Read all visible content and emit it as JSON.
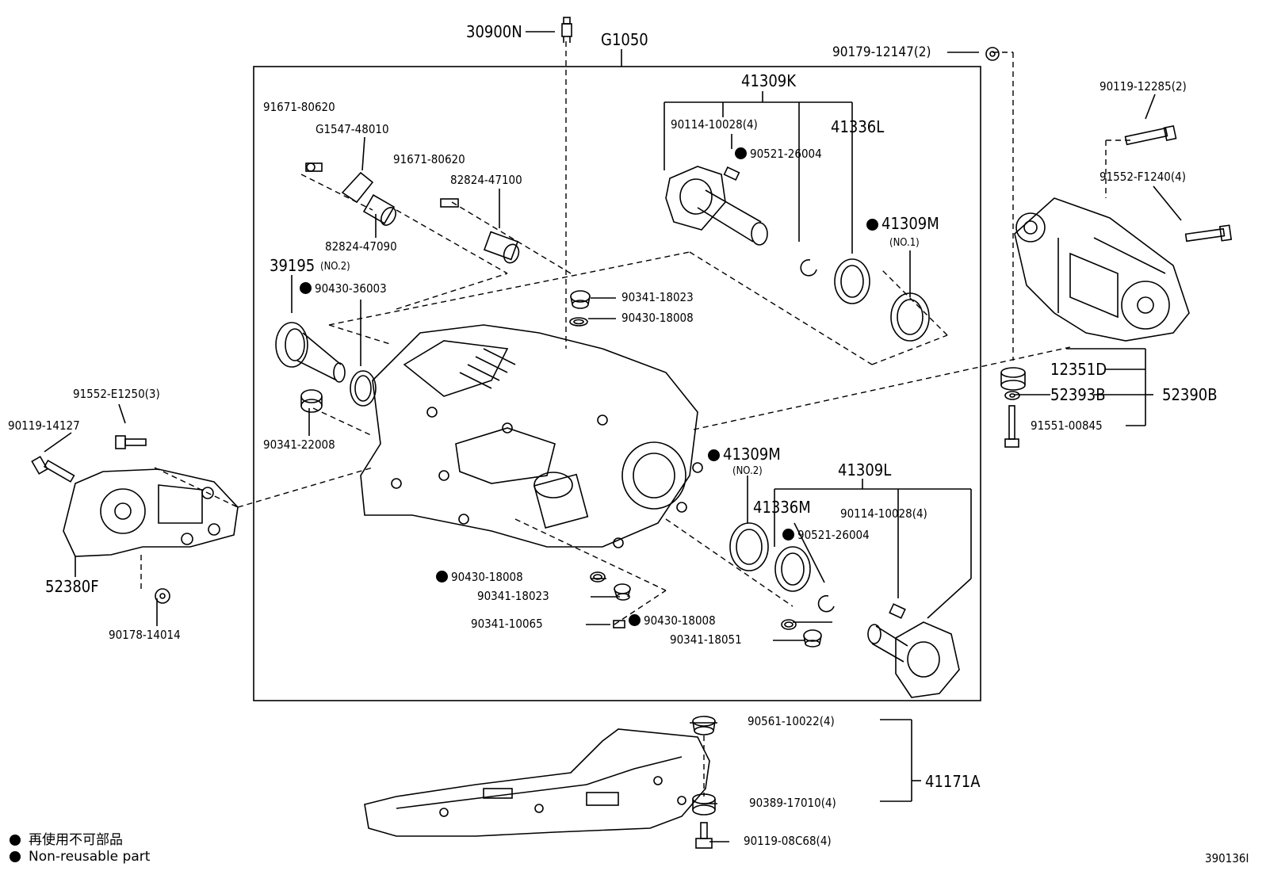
{
  "labels": {
    "p30900N": "30900N",
    "pG1050": "G1050",
    "p90179_12147": "90179-12147(2)",
    "p41309K": "41309K",
    "p91671_80620_a": "91671-80620",
    "pG1547_48010": "G1547-48010",
    "p90114_10028_a": "90114-10028(4)",
    "p41336L": "41336L",
    "p90521_26004_a": "90521-26004",
    "p91671_80620_b": "91671-80620",
    "p82824_47100": "82824-47100",
    "p41309M_1": "41309M",
    "p41309M_1_sub": "(NO.1)",
    "p82824_47090": "82824-47090",
    "p39195": "39195",
    "p39195_sub": "(NO.2)",
    "p90430_36003": "90430-36003",
    "p90341_18023_a": "90341-18023",
    "p90430_18008_a": "90430-18008",
    "p90119_12285": "90119-12285(2)",
    "p91552_F1240": "91552-F1240(4)",
    "p12351D": "12351D",
    "p52393B": "52393B",
    "p52390B": "52390B",
    "p91551_00845": "91551-00845",
    "p91552_E1250": "91552-E1250(3)",
    "p90119_14127": "90119-14127",
    "p90341_22008": "90341-22008",
    "p41309M_2": "41309M",
    "p41309M_2_sub": "(NO.2)",
    "p41309L": "41309L",
    "p41336M": "41336M",
    "p90114_10028_b": "90114-10028(4)",
    "p90521_26004_b": "90521-26004",
    "p52380F": "52380F",
    "p90430_18008_b": "90430-18008",
    "p90341_18023_b": "90341-18023",
    "p90341_10065": "90341-10065",
    "p90430_18008_c": "90430-18008",
    "p90341_18051": "90341-18051",
    "p90178_14014": "90178-14014",
    "p90561_10022": "90561-10022(4)",
    "p41171A": "41171A",
    "p90389_17010": "90389-17010(4)",
    "p90119_08C68": "90119-08C68(4)"
  },
  "legend": {
    "jp": "再使用不可部品",
    "en": "Non-reusable part"
  },
  "figure_id": "390136I"
}
